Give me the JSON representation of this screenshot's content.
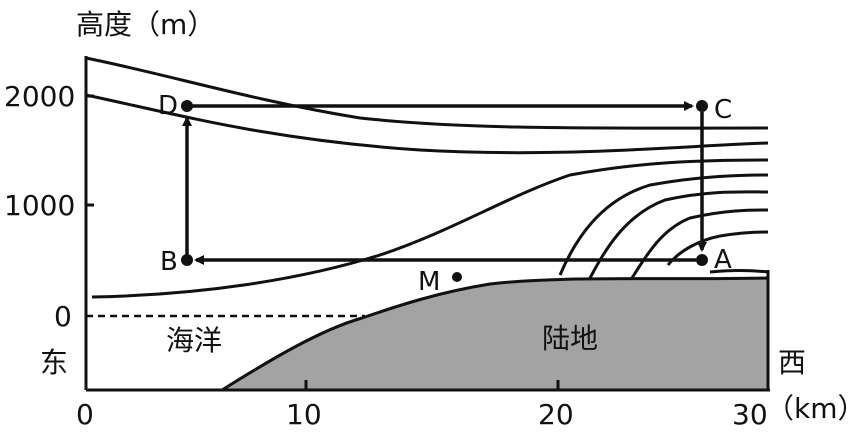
{
  "axes": {
    "y_label": "高度（m）",
    "y_ticks": [
      "2000",
      "1000",
      "0"
    ],
    "x_ticks": [
      "0",
      "10",
      "20",
      "30"
    ],
    "x_unit": "（km）"
  },
  "directions": {
    "left": "东",
    "right": "西"
  },
  "regions": {
    "sea": "海洋",
    "land": "陆地"
  },
  "points": {
    "A": "A",
    "B": "B",
    "C": "C",
    "D": "D",
    "M": "M"
  },
  "colors": {
    "land_fill": "#a3a3a3",
    "ink": "#111111"
  }
}
